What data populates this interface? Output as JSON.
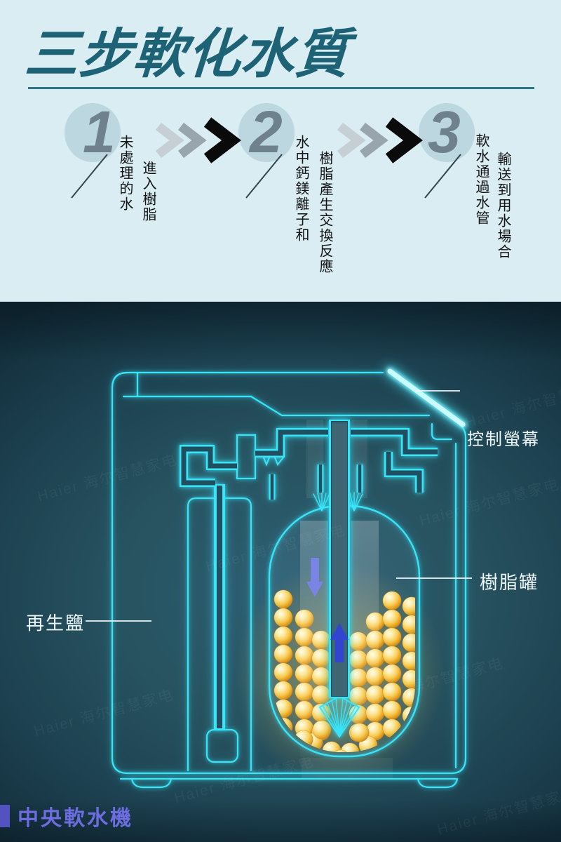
{
  "title": {
    "text": "三步軟化水質"
  },
  "steps": [
    {
      "number": "1",
      "line1": "未處理的水",
      "line2": "進入樹脂"
    },
    {
      "number": "2",
      "line1": "水中鈣鎂離子和",
      "line2": "樹脂產生交換反應"
    },
    {
      "number": "3",
      "line1": "軟水通過水管",
      "line2": "輸送到用水場合"
    }
  ],
  "diagram": {
    "control_screen_label": "控制螢幕",
    "resin_tank_label": "樹脂罐",
    "regen_salt_label": "再生鹽",
    "caption": "中央軟水機",
    "watermark": "Haier 海尔智慧家电"
  },
  "colors": {
    "neon_cyan": "#38e4f8",
    "bead_gold": "#f7c94e",
    "caption_purple": "#6d6de0",
    "title_teal": "#1d6375",
    "arrow_down_blue": "#7b85e8",
    "arrow_up_blue": "#3043d6"
  }
}
